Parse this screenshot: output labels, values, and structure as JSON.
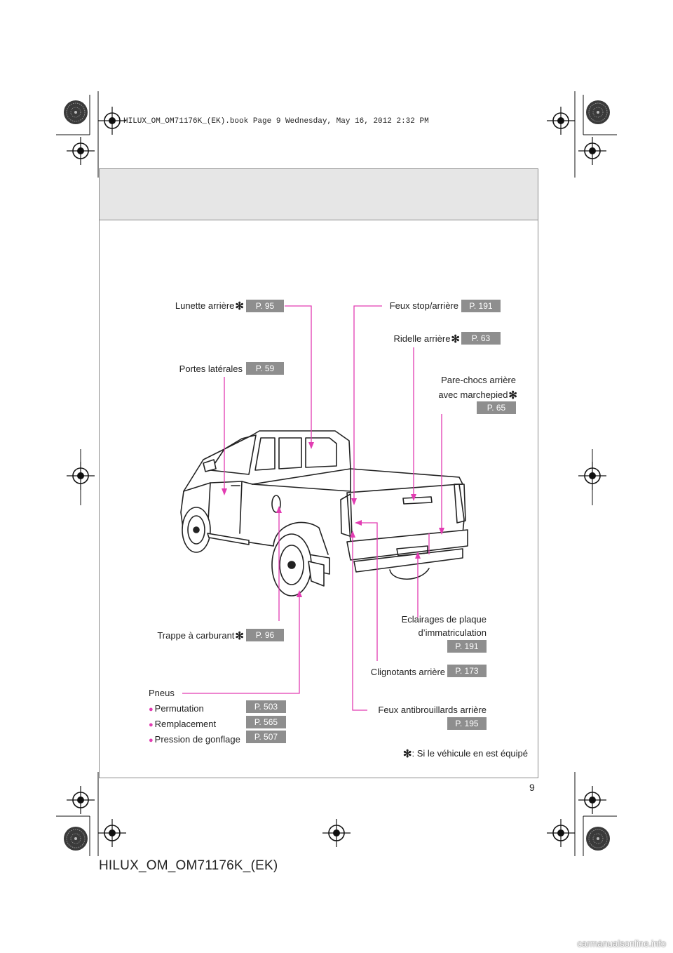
{
  "header": {
    "book_info": "HILUX_OM_OM71176K_(EK).book  Page 9  Wednesday, May 16, 2012  2:32 PM"
  },
  "callouts": {
    "lunette": {
      "label": "Lunette arrière",
      "page": "P. 95"
    },
    "portes": {
      "label": "Portes latérales",
      "page": "P. 59"
    },
    "feux_stop": {
      "label": "Feux stop/arrière",
      "page": "P. 191"
    },
    "ridelle": {
      "label": "Ridelle arrière",
      "page": "P. 63"
    },
    "pare_chocs": {
      "label_line1": "Pare-chocs arrière",
      "label_line2": "avec marchepied",
      "page": "P. 65"
    },
    "trappe": {
      "label": "Trappe à carburant",
      "page": "P. 96"
    },
    "eclairages": {
      "label_line1": "Eclairages de plaque",
      "label_line2": "d’immatriculation",
      "page": "P. 191"
    },
    "clignotants": {
      "label": "Clignotants arrière",
      "page": "P. 173"
    },
    "antibrouillard": {
      "label": "Feux antibrouillards arrière",
      "page": "P. 195"
    },
    "pneus": {
      "title": "Pneus",
      "items": [
        {
          "label": "Permutation",
          "page": "P. 503"
        },
        {
          "label": "Remplacement",
          "page": "P. 565"
        },
        {
          "label": "Pression de gonflage",
          "page": "P. 507"
        }
      ]
    }
  },
  "footnote": {
    "star": "✻",
    "text": ": Si le véhicule en est équipé"
  },
  "page_number": "9",
  "doc_code": "HILUX_OM_OM71176K_(EK)",
  "watermark": "carmanualsonline.info",
  "symbols": {
    "star": "✻",
    "bullet": "●"
  },
  "colors": {
    "leader": "#e23cb2",
    "badge": "#8e8e8e",
    "header_band": "#e6e6e6"
  }
}
